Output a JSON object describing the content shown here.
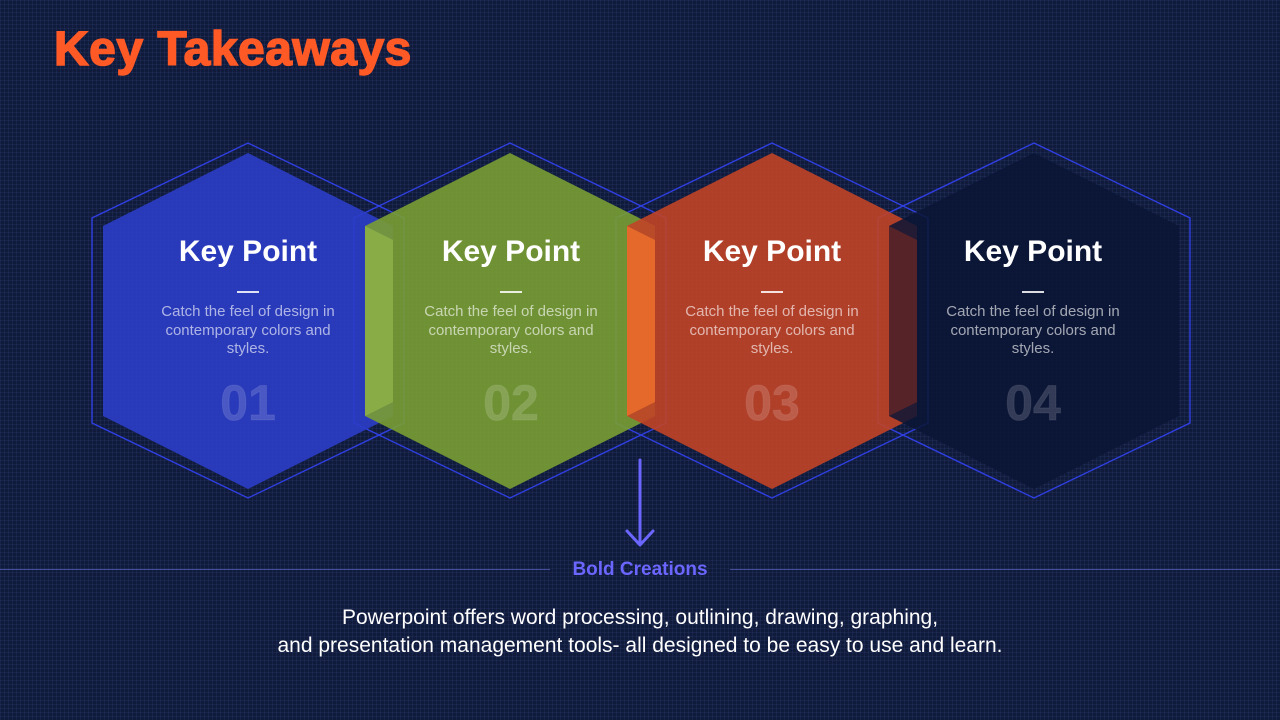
{
  "slide": {
    "title": "Key Takeaways",
    "accent_color": "#ff5a26",
    "link_color": "#6b66ff"
  },
  "points": [
    {
      "title": "Key Point",
      "description": "Catch the feel of design in contemporary colors and styles.",
      "number": "01",
      "color": "#2b3dc8"
    },
    {
      "title": "Key Point",
      "description": "Catch the feel of design in contemporary colors and styles.",
      "number": "02",
      "color": "#7a9e34"
    },
    {
      "title": "Key Point",
      "description": "Catch the feel of design in contemporary colors and styles.",
      "number": "03",
      "color": "#c24427"
    },
    {
      "title": "Key Point",
      "description": "Catch the feel of design in contemporary colors and styles.",
      "number": "04",
      "color": "#0b1535"
    }
  ],
  "callout": {
    "label": "Bold Creations",
    "icon": "arrow-down-icon"
  },
  "body": {
    "line1": "Powerpoint offers word processing, outlining, drawing, graphing,",
    "line2": "and presentation management tools- all designed to be easy to use and learn."
  }
}
